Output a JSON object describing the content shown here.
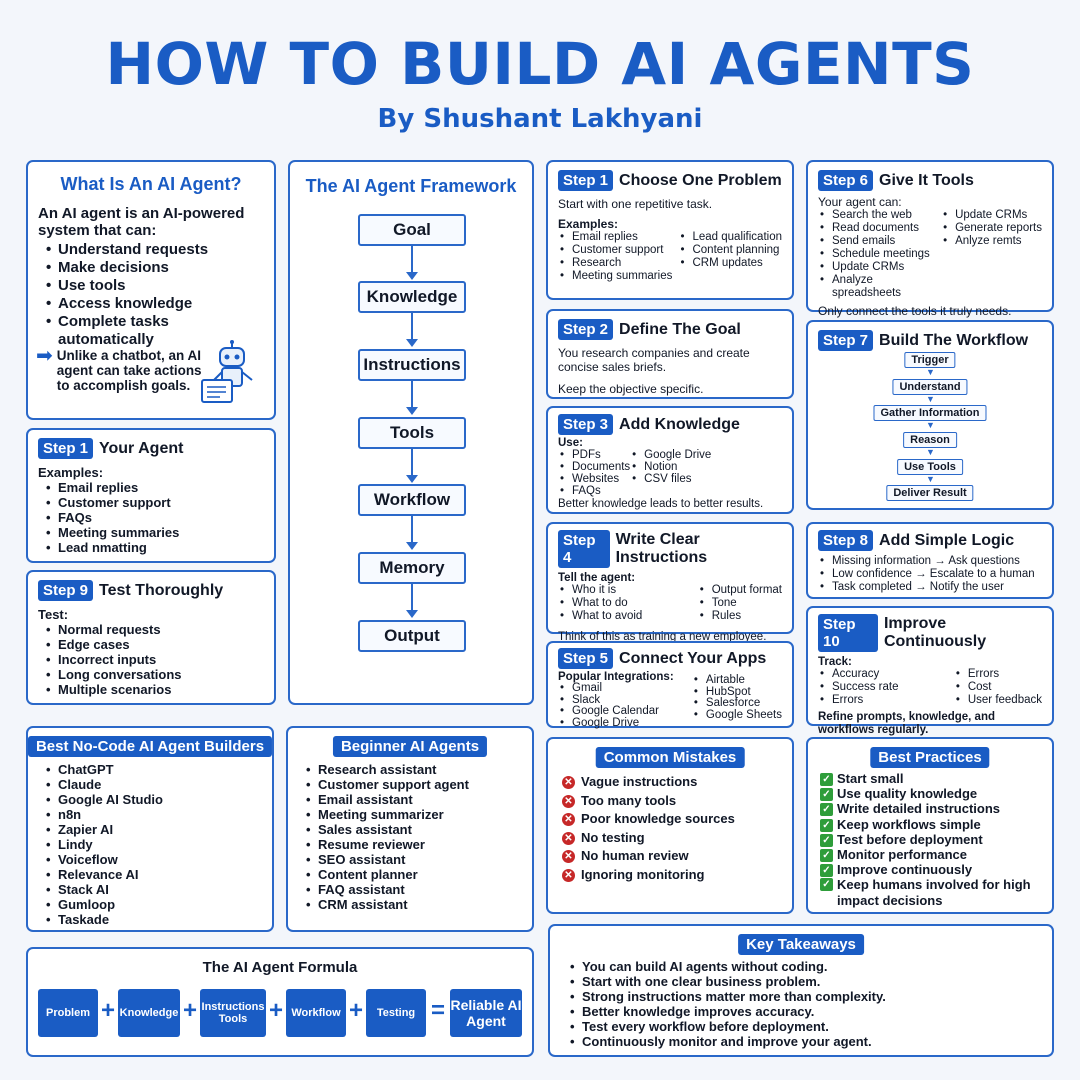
{
  "title": "HOW TO BUILD AI AGENTS",
  "subtitle": "By Shushant Lakhyani",
  "what": {
    "title": "What Is An AI Agent?",
    "intro": "An AI agent is an AI-powered system that can:",
    "items": [
      "Understand requests",
      "Make decisions",
      "Use tools",
      "Access knowledge",
      "Complete tasks automatically"
    ],
    "note": "Unlike a chatbot, an AI agent can take actions to accomplish goals."
  },
  "framework": {
    "title": "The AI Agent Framework",
    "nodes": [
      "Goal",
      "Knowledge",
      "Instructions",
      "Tools",
      "Workflow",
      "Memory",
      "Output"
    ]
  },
  "step1a": {
    "tag": "Step 1",
    "title": "Your Agent",
    "label": "Examples:",
    "items": [
      "Email replies",
      "Customer support",
      "FAQs",
      "Meeting summaries",
      "Lead nmatting"
    ]
  },
  "step9": {
    "tag": "Step 9",
    "title": "Test Thoroughly",
    "label": "Test:",
    "items": [
      "Normal requests",
      "Edge cases",
      "Incorrect inputs",
      "Long conversations",
      "Multiple scenarios"
    ]
  },
  "step1b": {
    "tag": "Step 1",
    "title": "Choose One Problem",
    "intro": "Start with one repetitive task.",
    "label": "Examples:",
    "col1": [
      "Email replies",
      "Customer support",
      "Research",
      "Meeting summaries"
    ],
    "col2": [
      "Lead qualification",
      "Content planning",
      "CRM updates"
    ]
  },
  "step2": {
    "tag": "Step 2",
    "title": "Define The Goal",
    "text1": "You research companies and create concise sales briefs.",
    "text2": "Keep the objective specific."
  },
  "step3": {
    "tag": "Step 3",
    "title": "Add Knowledge",
    "label": "Use:",
    "col1": [
      "PDFs",
      "Documents",
      "Websites",
      "FAQs"
    ],
    "col2": [
      "Google Drive",
      "Notion",
      "CSV files"
    ],
    "footer": "Better knowledge leads to better results."
  },
  "step4": {
    "tag": "Step 4",
    "title": "Write Clear Instructions",
    "label": "Tell the agent:",
    "col1": [
      "Who it is",
      "What to do",
      "What to avoid"
    ],
    "col2": [
      "Output format",
      "Tone",
      "Rules"
    ],
    "footer": "Think of this as training a new employee."
  },
  "step5": {
    "tag": "Step 5",
    "title": "Connect Your Apps",
    "label": "Popular Integrations:",
    "col1": [
      "Gmail",
      "Slack",
      "Google Calendar",
      "Google Drive"
    ],
    "col2": [
      "Airtable",
      "HubSpot",
      "Salesforce",
      "Google Sheets"
    ]
  },
  "step6": {
    "tag": "Step 6",
    "title": "Give It Tools",
    "label": "Your agent can:",
    "col1": [
      "Search the web",
      "Read documents",
      "Send emails",
      "Schedule meetings",
      "Update CRMs",
      "Analyze spreadsheets"
    ],
    "col2": [
      "Update CRMs",
      "Generate reports",
      "Anlyze remts"
    ],
    "footer": "Only connect the tools it truly needs."
  },
  "step7": {
    "tag": "Step 7",
    "title": "Build The Workflow",
    "nodes": [
      "Trigger",
      "Understand",
      "Gather Information",
      "Reason",
      "Use Tools",
      "Deliver Result"
    ]
  },
  "step8": {
    "tag": "Step 8",
    "title": "Add Simple Logic",
    "items": [
      "Missing information → Ask questions",
      "Low confidence → Escalate to a human",
      "Task completed → Notify the user"
    ]
  },
  "step10": {
    "tag": "Step 10",
    "title": "Improve Continuously",
    "label": "Track:",
    "col1": [
      "Accuracy",
      "Success rate",
      "Errors"
    ],
    "col2": [
      "Errors",
      "Cost",
      "User feedback"
    ],
    "footer": "Refine prompts, knowledge, and workflows regularly."
  },
  "builders": {
    "title": "Best No-Code AI Agent Builders",
    "items": [
      "ChatGPT",
      "Claude",
      "Google AI Studio",
      "n8n",
      "Zapier AI",
      "Lindy",
      "Voiceflow",
      "Relevance AI",
      "Stack AI",
      "Gumloop",
      "Taskade"
    ]
  },
  "beginner": {
    "title": "Beginner AI Agents",
    "items": [
      "Research assistant",
      "Customer support agent",
      "Email assistant",
      "Meeting summarizer",
      "Sales assistant",
      "Resume reviewer",
      "SEO assistant",
      "Content planner",
      "FAQ assistant",
      "CRM assistant"
    ]
  },
  "mistakes": {
    "title": "Common Mistakes",
    "items": [
      "Vague instructions",
      "Too many tools",
      "Poor knowledge sources",
      "No testing",
      "No human review",
      "Ignoring monitoring"
    ]
  },
  "practices": {
    "title": "Best Practices",
    "items": [
      "Start small",
      "Use quality knowledge",
      "Write detailed instructions",
      "Keep workflows simple",
      "Test before deployment",
      "Monitor performance",
      "Improve continuously",
      "Keep humans involved for high impact decisions"
    ]
  },
  "takeaways": {
    "title": "Key Takeaways",
    "items": [
      "You can build AI agents without coding.",
      "Start with one clear business problem.",
      "Strong instructions matter more than complexity.",
      "Better knowledge improves accuracy.",
      "Test every workflow before deployment.",
      "Continuously monitor and improve your agent."
    ]
  },
  "formula": {
    "title": "The AI Agent Formula",
    "terms": [
      "Problem",
      "Knowledge",
      "Instructions Tools",
      "Workflow",
      "Testing"
    ],
    "plus": "+",
    "equals": "=",
    "result": "Reliable AI Agent"
  },
  "colors": {
    "accent": "#1a5cc4",
    "border": "#2a68c9",
    "mistake": "#c62828",
    "practice": "#2e9d3a"
  }
}
